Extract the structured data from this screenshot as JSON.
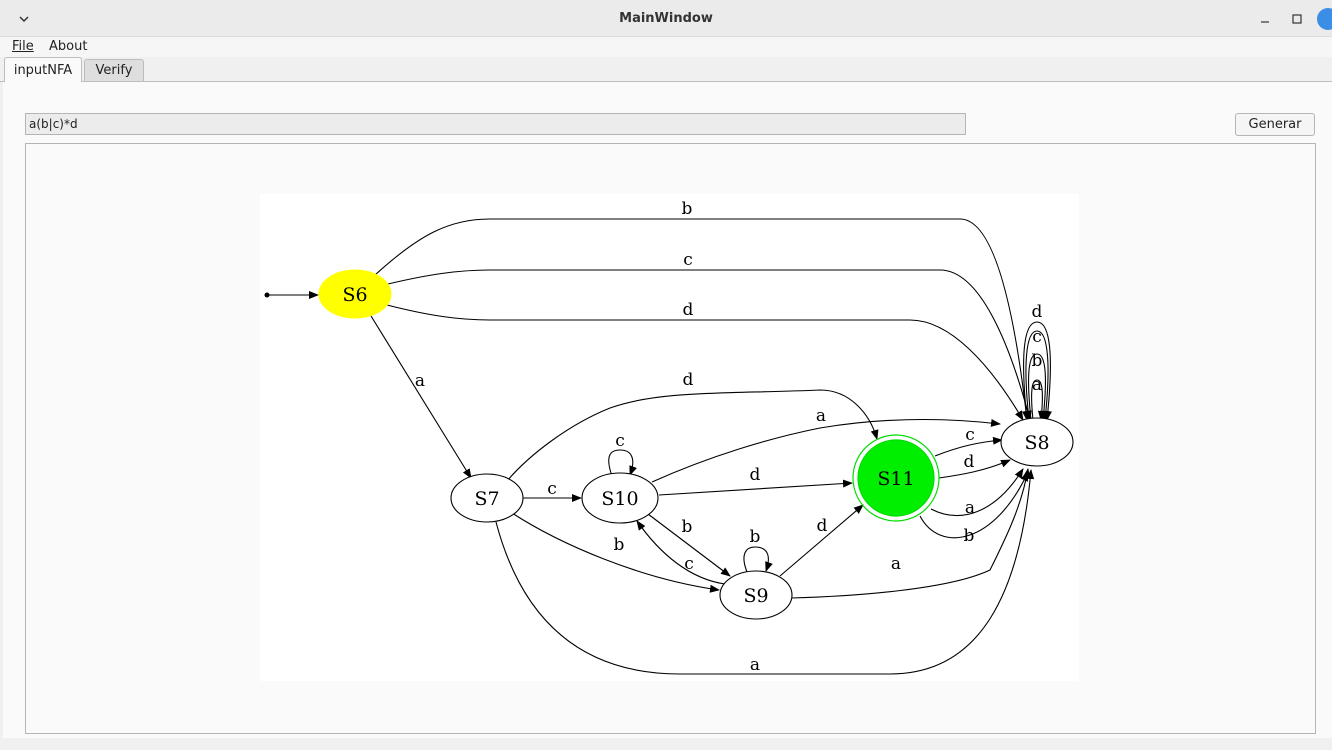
{
  "window": {
    "title": "MainWindow"
  },
  "menu": {
    "file_label": "File",
    "about_label": "About"
  },
  "tabs": [
    {
      "label": "inputNFA"
    },
    {
      "label": "Verify"
    }
  ],
  "regex": {
    "value": "a(b|c)*d"
  },
  "generate_button": {
    "label": "Generar"
  },
  "colors": {
    "start_state": "#ffff00",
    "accept_state": "#00ee00",
    "window_close": "#3a8ee6"
  },
  "automaton": {
    "start_state": "S6",
    "accept_states": [
      "S11"
    ],
    "states": [
      "S6",
      "S7",
      "S10",
      "S9",
      "S11",
      "S8"
    ],
    "transitions": [
      {
        "from": "S6",
        "to": "S8",
        "symbol": "b"
      },
      {
        "from": "S6",
        "to": "S8",
        "symbol": "c"
      },
      {
        "from": "S6",
        "to": "S8",
        "symbol": "d"
      },
      {
        "from": "S6",
        "to": "S7",
        "symbol": "a"
      },
      {
        "from": "S7",
        "to": "S11",
        "symbol": "d"
      },
      {
        "from": "S7",
        "to": "S10",
        "symbol": "c"
      },
      {
        "from": "S7",
        "to": "S9",
        "symbol": "b"
      },
      {
        "from": "S7",
        "to": "S8",
        "symbol": "a"
      },
      {
        "from": "S10",
        "to": "S10",
        "symbol": "c"
      },
      {
        "from": "S10",
        "to": "S8",
        "symbol": "a"
      },
      {
        "from": "S10",
        "to": "S11",
        "symbol": "d"
      },
      {
        "from": "S10",
        "to": "S9",
        "symbol": "b"
      },
      {
        "from": "S9",
        "to": "S10",
        "symbol": "c"
      },
      {
        "from": "S9",
        "to": "S9",
        "symbol": "b"
      },
      {
        "from": "S9",
        "to": "S11",
        "symbol": "d"
      },
      {
        "from": "S9",
        "to": "S8",
        "symbol": "a"
      },
      {
        "from": "S11",
        "to": "S8",
        "symbol": "c"
      },
      {
        "from": "S11",
        "to": "S8",
        "symbol": "d"
      },
      {
        "from": "S11",
        "to": "S8",
        "symbol": "a"
      },
      {
        "from": "S11",
        "to": "S8",
        "symbol": "b"
      },
      {
        "from": "S8",
        "to": "S8",
        "symbol": "d"
      },
      {
        "from": "S8",
        "to": "S8",
        "symbol": "c"
      },
      {
        "from": "S8",
        "to": "S8",
        "symbol": "b"
      },
      {
        "from": "S8",
        "to": "S8",
        "symbol": "a"
      }
    ]
  }
}
